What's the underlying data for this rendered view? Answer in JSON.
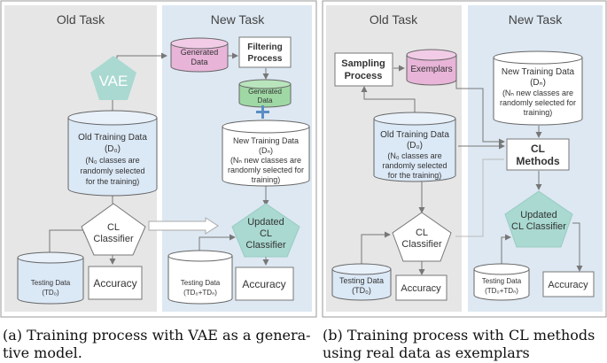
{
  "panel_a": {
    "old_task_title": "Old Task",
    "new_task_title": "New Task",
    "vae": "VAE",
    "generated_data_1": [
      "Generated",
      "Data"
    ],
    "filtering_process": [
      "Filtering",
      "Process"
    ],
    "generated_data_2": [
      "Generated",
      "Data"
    ],
    "old_training_data": [
      "Old Training Data",
      "(D₀)",
      "(N₀ classes are",
      "randomly selected",
      "for the training)"
    ],
    "new_training_data": [
      "New Training Data",
      "(Dₙ)",
      "(Nₙ new classes are",
      "randomly selected for",
      "training)"
    ],
    "cl_classifier": [
      "CL",
      "Classifier"
    ],
    "updated_cl_classifier": [
      "Updated",
      "CL",
      "Classifier"
    ],
    "testing_data_old": [
      "Testing Data",
      "(TD₀)"
    ],
    "testing_data_new": [
      "Testing Data",
      "(TD₀+TDₙ)"
    ],
    "accuracy_1": "Accuracy",
    "accuracy_2": "Accuracy",
    "caption": [
      "(a) Training process with VAE as a genera-",
      "tive model."
    ]
  },
  "panel_b": {
    "old_task_title": "Old Task",
    "new_task_title": "New Task",
    "sampling_process": [
      "Sampling",
      "Process"
    ],
    "exemplars": "Exemplars",
    "old_training_data": [
      "Old Training Data",
      "(D₀)",
      "(N₀ classes are",
      "randomly selected",
      "for the training)"
    ],
    "new_training_data": [
      "New Training Data",
      "(Dₙ)",
      "(Nₙ new classes are",
      "randomly selected for",
      "training)"
    ],
    "cl_methods": [
      "CL",
      "Methods"
    ],
    "cl_classifier": [
      "CL",
      "Classifier"
    ],
    "updated_cl_classifier": [
      "Updated",
      "CL Classifier"
    ],
    "testing_data_old": [
      "Testing Data",
      "(TD₀)"
    ],
    "testing_data_new": [
      "Testing Data",
      "(TD₀+TDₙ)"
    ],
    "accuracy_1": "Accuracy",
    "accuracy_2": "Accuracy",
    "caption": [
      "(b) Training process with CL methods",
      "using real data as exemplars"
    ]
  },
  "colors": {
    "old_bg": "#e6e6e6",
    "new_bg": "#dde8f2",
    "teal": "#a9d9d1",
    "blue_cyl": "#dbe8f6",
    "pink_cyl": "#e8b4d8",
    "green_cyl": "#9fd8a4",
    "plus": "#5a8ec4"
  }
}
